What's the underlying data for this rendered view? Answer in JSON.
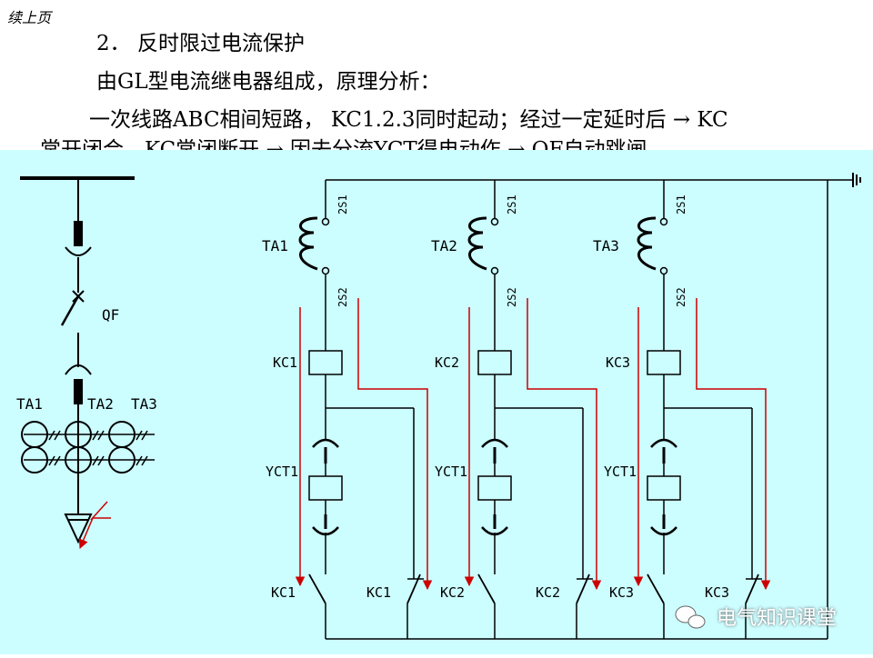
{
  "header": {
    "continued": "续上页",
    "title": "2．  反时限过电流保护",
    "subtitle": "由GL型电流继电器组成，原理分析：",
    "line3": "一次线路ABC相间短路，  KC1.2.3同时起动；经过一定延时后 → KC",
    "line4": "常开闭合，KC常闭断开 → 因去分流YCT得电动作 → QF自动跳闸."
  },
  "diagram": {
    "left": {
      "qf": "QF",
      "ta1": "TA1",
      "ta2": "TA2",
      "ta3": "TA3"
    },
    "phases": [
      {
        "ta": "TA1",
        "s1": "2S1",
        "s2": "2S2",
        "kc": "KC1",
        "yct": "YCT1",
        "no": "KC1",
        "nc": "KC1"
      },
      {
        "ta": "TA2",
        "s1": "2S1",
        "s2": "2S2",
        "kc": "KC2",
        "yct": "YCT1",
        "no": "KC2",
        "nc": "KC2"
      },
      {
        "ta": "TA3",
        "s1": "2S1",
        "s2": "2S2",
        "kc": "KC3",
        "yct": "YCT1",
        "no": "KC3",
        "nc": "KC3"
      }
    ],
    "colors": {
      "background": "#ccfdff",
      "wire": "#000000",
      "current_arrow": "#cc0000"
    }
  },
  "watermark": {
    "icon": "wechat-icon",
    "text": "电气知识课堂"
  }
}
